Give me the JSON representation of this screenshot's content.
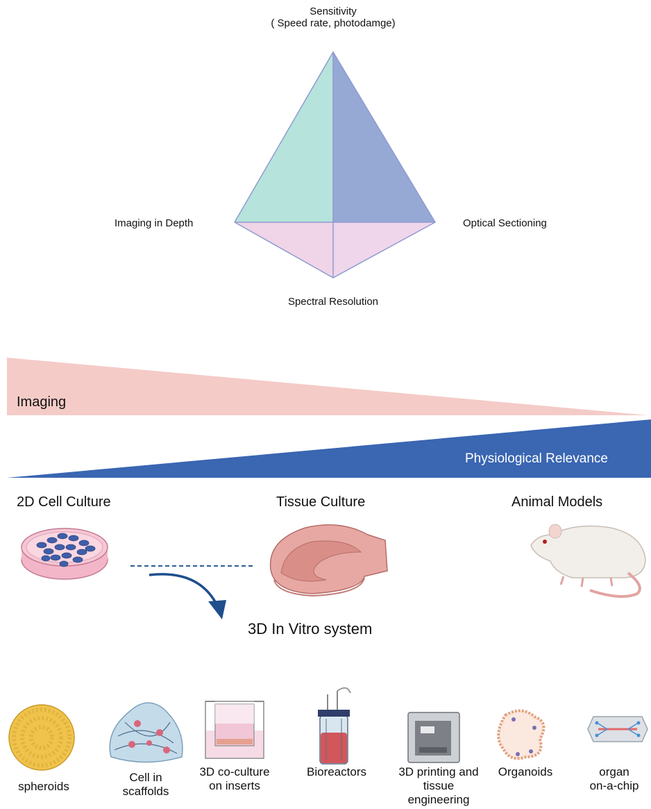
{
  "pyramid": {
    "top_label_line1": "Sensitivity",
    "top_label_line2": "( Speed rate, photodamge)",
    "left_label": "Imaging in Depth",
    "right_label": "Optical Sectioning",
    "bottom_label": "Spectral Resolution",
    "colors": {
      "left_face": "#b6e3dc",
      "right_face": "#96a8d4",
      "bottom_face": "#f0d4e7",
      "edge": "#8e9bd0"
    }
  },
  "gradient_bars": {
    "imaging_label": "Imaging",
    "relevance_label": "Physiological Relevance",
    "colors": {
      "imaging": "#f4cbc7",
      "relevance": "#3a66b2",
      "relevance_text": "#ffffff"
    }
  },
  "models": {
    "left": "2D Cell Culture",
    "middle": "Tissue Culture",
    "right": "Animal Models",
    "center_title": "3D In Vitro system",
    "arrow_color": "#1f4f8c"
  },
  "systems": [
    {
      "icon": "spheroid-icon",
      "label_lines": [
        "spheroids"
      ]
    },
    {
      "icon": "scaffold-icon",
      "label_lines": [
        "Cell in",
        "scaffolds"
      ]
    },
    {
      "icon": "insert-icon",
      "label_lines": [
        "3D co-culture",
        "on inserts"
      ]
    },
    {
      "icon": "bioreactor-icon",
      "label_lines": [
        "Bioreactors"
      ]
    },
    {
      "icon": "printer-icon",
      "label_lines": [
        "3D printing and",
        "tissue",
        "engineering"
      ]
    },
    {
      "icon": "organoid-icon",
      "label_lines": [
        "Organoids"
      ]
    },
    {
      "icon": "chip-icon",
      "label_lines": [
        "organ",
        "on-a-chip"
      ]
    }
  ]
}
